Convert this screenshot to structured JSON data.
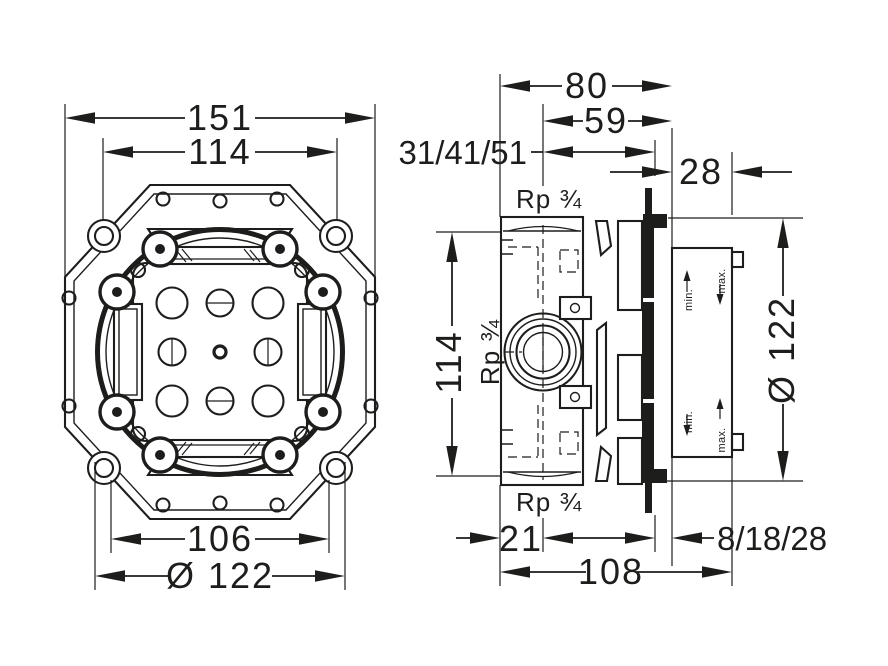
{
  "colors": {
    "ink": "#1d1d1b",
    "background": "#ffffff"
  },
  "front_view": {
    "outer_width": "151",
    "screw_spacing_top": "114",
    "screw_spacing_bottom": "106",
    "flange_diameter": "Ø 122"
  },
  "side_view": {
    "rough_in_depth": "80",
    "axis_to_finished_wall": "59",
    "axis_depth_variants": "31/41/51",
    "cover_range": "28",
    "port_spacing": "114",
    "escutcheon_diameter": "Ø 122",
    "rear_to_axis": "21",
    "total_depth": "108",
    "finish_depth_variants": "8/18/28",
    "thread_top": "Rp ¾",
    "thread_side": "Rp ¾",
    "thread_bottom": "Rp ¾",
    "min_top": "min.",
    "max_top": "max.",
    "min_bottom": "min.",
    "max_bottom": "max."
  }
}
